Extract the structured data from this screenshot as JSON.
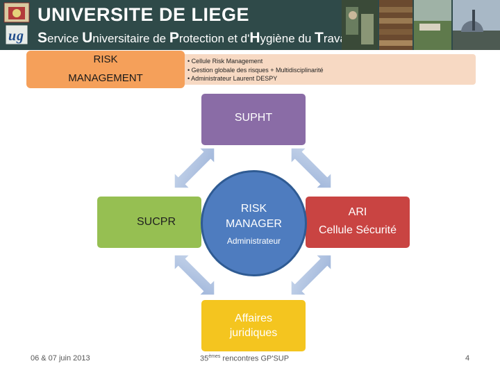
{
  "header": {
    "university": "UNIVERSITE DE LIEGE",
    "service": {
      "parts": [
        {
          "initial": "S",
          "rest": "ervice "
        },
        {
          "initial": "U",
          "rest": "niversitaire de "
        },
        {
          "initial": "P",
          "rest": "rotection et d'"
        },
        {
          "initial": "H",
          "rest": "ygiène du "
        },
        {
          "initial": "T",
          "rest": "ravail"
        }
      ]
    }
  },
  "risk_management": {
    "label_line1": "RISK",
    "label_line2": "MANAGEMENT",
    "bullets": [
      "• Cellule Risk Management",
      "• Gestion globale des risques + Multidisciplinarité",
      "• Administrateur Laurent DESPY"
    ]
  },
  "diagram": {
    "top": "SUPHT",
    "left": "SUCPR",
    "right_line1": "ARI",
    "right_line2": "Cellule Sécurité",
    "bottom_line1": "Affaires",
    "bottom_line2": "juridiques",
    "center_line1": "RISK",
    "center_line2": "MANAGER",
    "center_line3": "Administrateur"
  },
  "footer": {
    "date": "06 & 07 juin 2013",
    "event_prefix": "35",
    "event_sup": "èmes",
    "event_suffix": " rencontres GP'SUP",
    "page": "4"
  },
  "colors": {
    "header_bg": "#2f4a49",
    "risk_orange": "#f5a05a",
    "supht_purple": "#8a6ca6",
    "sucpr_green": "#96bf52",
    "ari_red": "#c94442",
    "affaires_yellow": "#f4c51f",
    "center_blue": "#4e7cbf",
    "arrow_lightblue": "#b4c7e4"
  }
}
